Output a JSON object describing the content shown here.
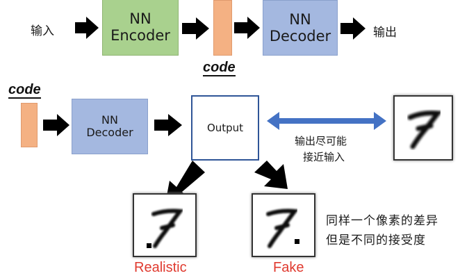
{
  "top_row": {
    "input_label": "输入",
    "encoder": {
      "line1": "NN",
      "line2": "Encoder"
    },
    "decoder": {
      "line1": "NN",
      "line2": "Decoder"
    },
    "output_label": "输出",
    "code_label": "code"
  },
  "bottom_row": {
    "code_label": "code",
    "decoder": {
      "line1": "NN",
      "line2": "Decoder"
    },
    "output_box": "Output",
    "compare_line1": "输出尽可能",
    "compare_line2": "接近输入"
  },
  "examples": {
    "realistic": "Realistic",
    "fake": "Fake",
    "note_line1": "同样一个像素的差异",
    "note_line2": "但是不同的接受度",
    "digit": "7"
  },
  "colors": {
    "encoder": "#a9d18e",
    "decoder": "#9dc3e6",
    "code": "#f4b183",
    "output_border": "#2f5597",
    "double_arrow": "#4472c4",
    "label_red": "#e03a2f"
  }
}
